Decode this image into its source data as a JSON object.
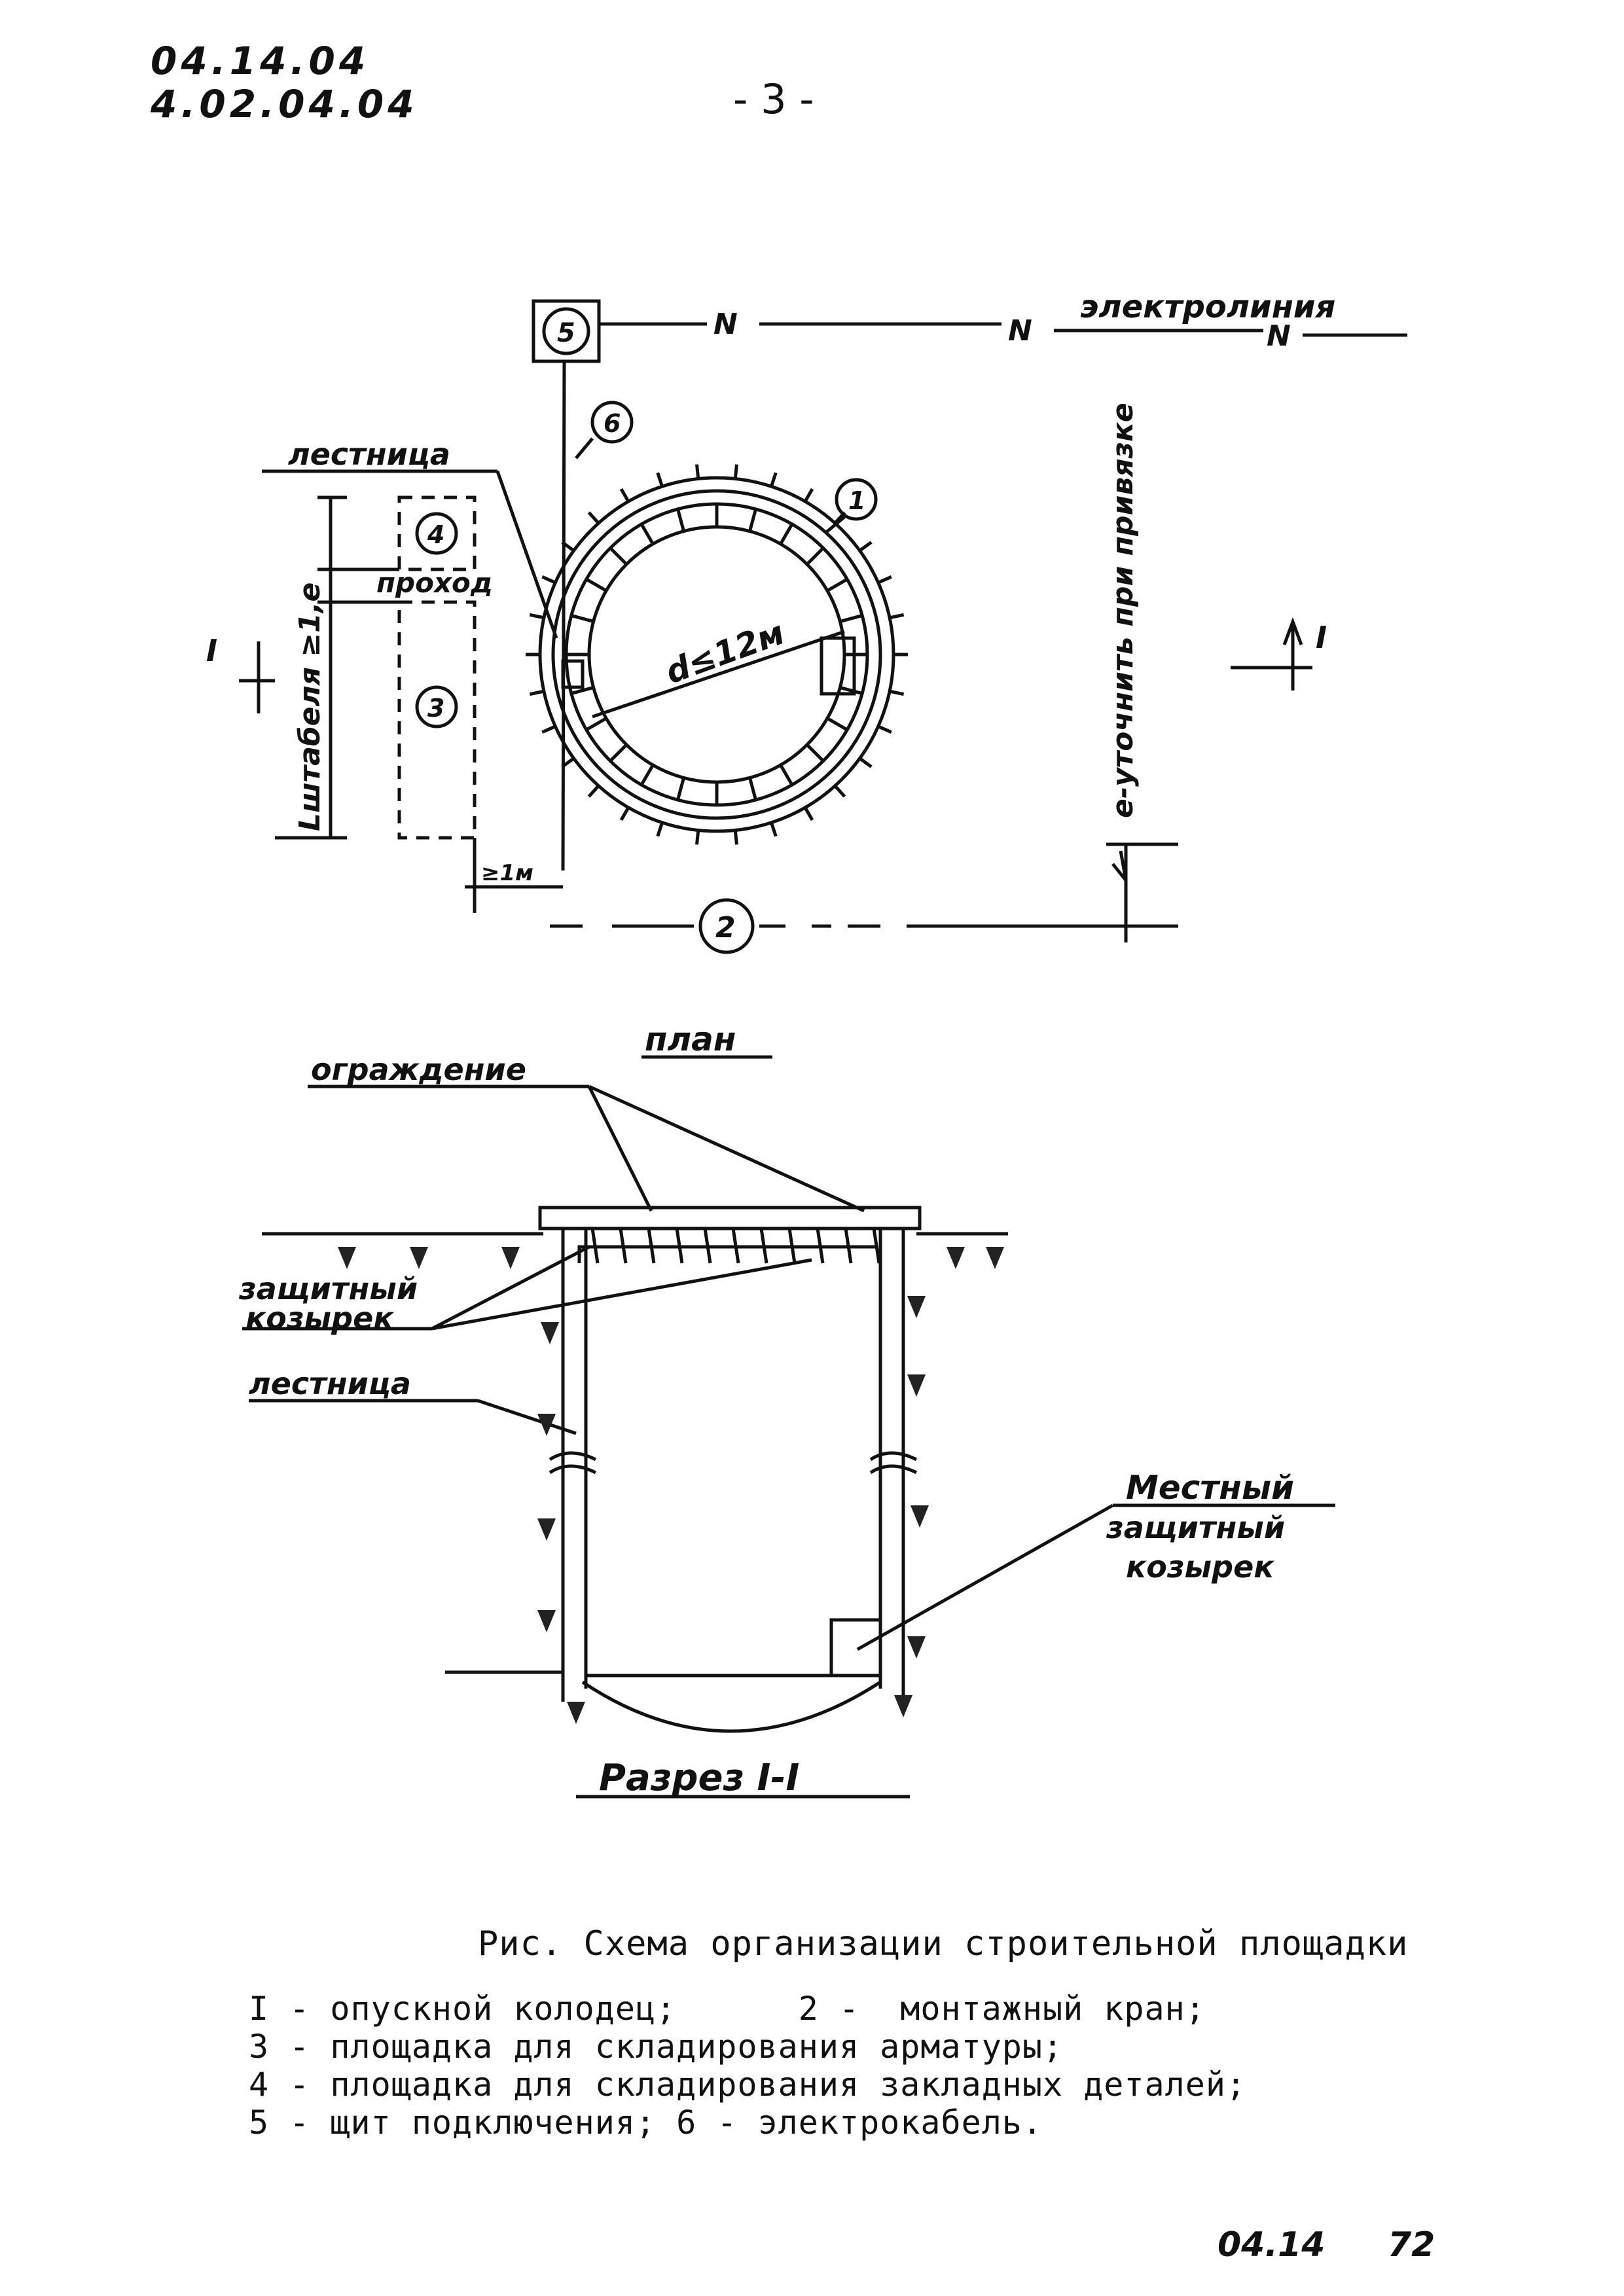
{
  "header": {
    "code_line_1": "04.14.04",
    "code_line_2": "4.02.04.04",
    "page_number": "- 3 -"
  },
  "plan": {
    "power_line_label": "электролиния",
    "power_line_marks": [
      "N",
      "N",
      "N"
    ],
    "ladder_label": "лестница",
    "passage_label": "проход",
    "diameter_label": "d≤12м",
    "dimension_left": "Lштабеля ≥1,е",
    "min_clearance": "≥1м",
    "note_vertical": "е-уточнить при привязке",
    "section_mark": "I",
    "callouts": [
      "1",
      "2",
      "3",
      "4",
      "5",
      "6"
    ],
    "title": "план"
  },
  "section": {
    "fence_label": "ограждение",
    "canopy_label_1": "защитный",
    "canopy_label_2": "козырек",
    "ladder_label": "лестница",
    "local_canopy_label_1": "Местный",
    "local_canopy_label_2": "защитный",
    "local_canopy_label_3": "козырек",
    "title": "Разрез I-I"
  },
  "caption": "Рис. Схема организации строительной площадки",
  "legend": [
    "I - опускной колодец;      2 -  монтажный кран;",
    "3 - площадка для складирования арматуры;",
    "4 - площадка для складирования закладных деталей;",
    "5 - щит подключения; 6 - электрокабель."
  ],
  "footer": {
    "code": "04.14",
    "number": "72"
  }
}
